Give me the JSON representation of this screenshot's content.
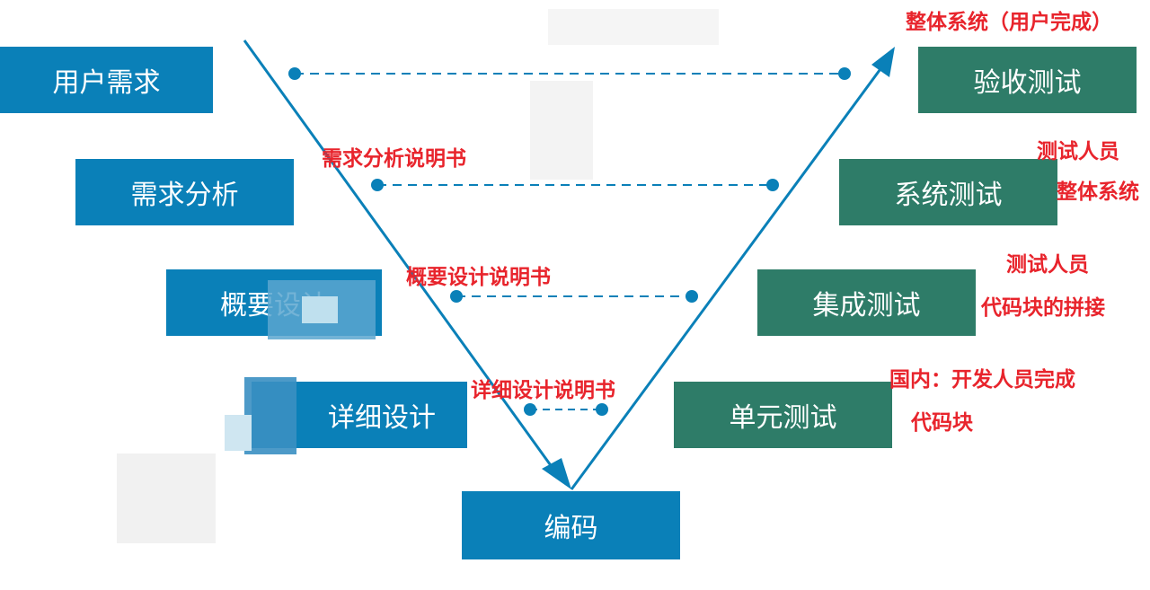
{
  "colors": {
    "phase_box": "#0a80b8",
    "test_box": "#2e7c68",
    "annotation": "#e8242c",
    "line": "#0a80b8"
  },
  "phases": {
    "user_requirements": "用户需求",
    "requirement_analysis": "需求分析",
    "outline_design": "概要设计",
    "detailed_design": "详细设计",
    "coding": "编码"
  },
  "tests": {
    "acceptance": "验收测试",
    "system": "系统测试",
    "integration": "集成测试",
    "unit": "单元测试"
  },
  "annotations": {
    "acceptance_note": "整体系统（用户完成）",
    "req_doc": "需求分析说明书",
    "system_note_1": "测试人员",
    "system_note_2": "整体系统",
    "outline_doc": "概要设计说明书",
    "integration_note_1": "测试人员",
    "integration_note_2": "代码块的拼接",
    "detail_doc": "详细设计说明书",
    "unit_note_1": "国内：开发人员完成",
    "unit_note_2": "代码块"
  }
}
